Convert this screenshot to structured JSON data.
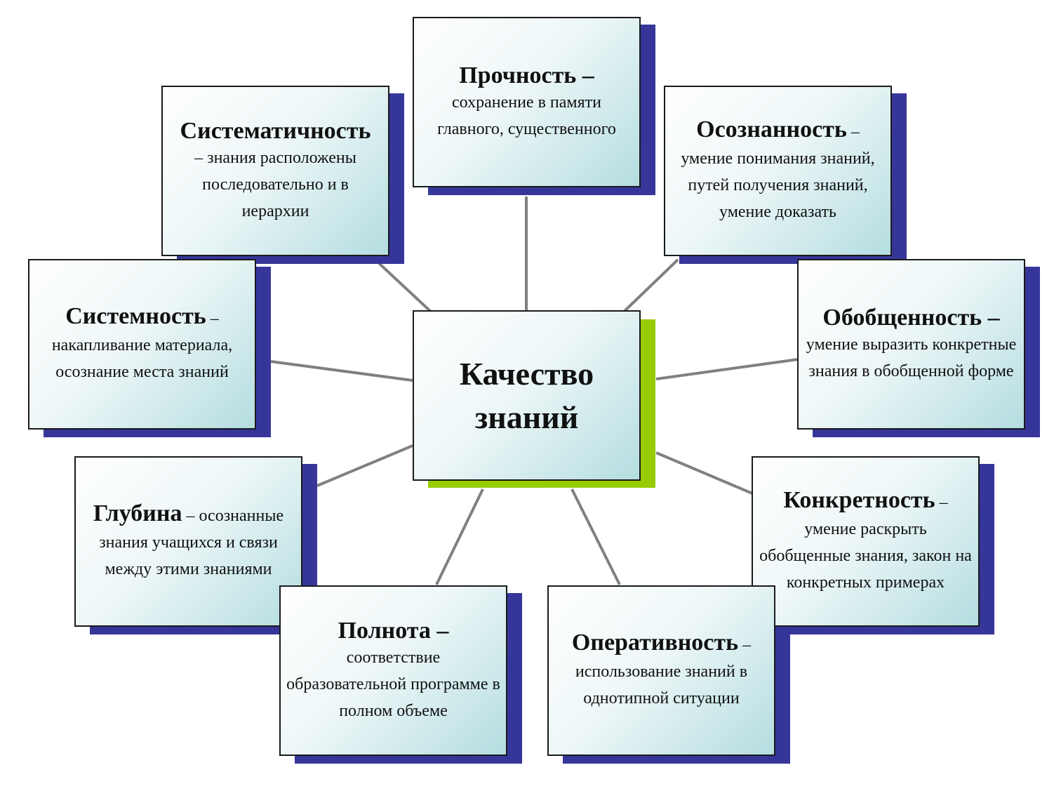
{
  "colors": {
    "shadow": "#36369a",
    "center_shadow": "#99cc00",
    "connector": "#808080",
    "box_border": "#1a1a1a"
  },
  "center": {
    "term": "Качество знаний"
  },
  "nodes": {
    "prochnost": {
      "term": "Прочность –",
      "desc": "сохранение в памяти главного, существенного"
    },
    "sistematichnost": {
      "term": "Систематичность",
      "desc": "– знания расположены последовательно и в иерархии"
    },
    "osoznannost": {
      "term": "Осознанность",
      "desc": "– умение понимания знаний, путей получения знаний, умение доказать"
    },
    "sistemnost": {
      "term": "Системность",
      "desc": "– накапливание материала, осознание места знаний"
    },
    "obobshchennost": {
      "term": "Обобщенность –",
      "desc": "умение выразить конкретные знания в обобщенной форме"
    },
    "glubina": {
      "term": "Глубина",
      "desc": "– осознанные знания учащихся и связи между этими знаниями"
    },
    "konkretnost": {
      "term": "Конкретность",
      "desc": "– умение раскрыть обобщенные знания, закон на конкретных примерах"
    },
    "polnota": {
      "term": "Полнота –",
      "desc": "соответствие образовательной программе в полном объеме"
    },
    "operativnost": {
      "term": "Оперативность",
      "desc": "– использование знаний в однотипной ситуации"
    }
  }
}
